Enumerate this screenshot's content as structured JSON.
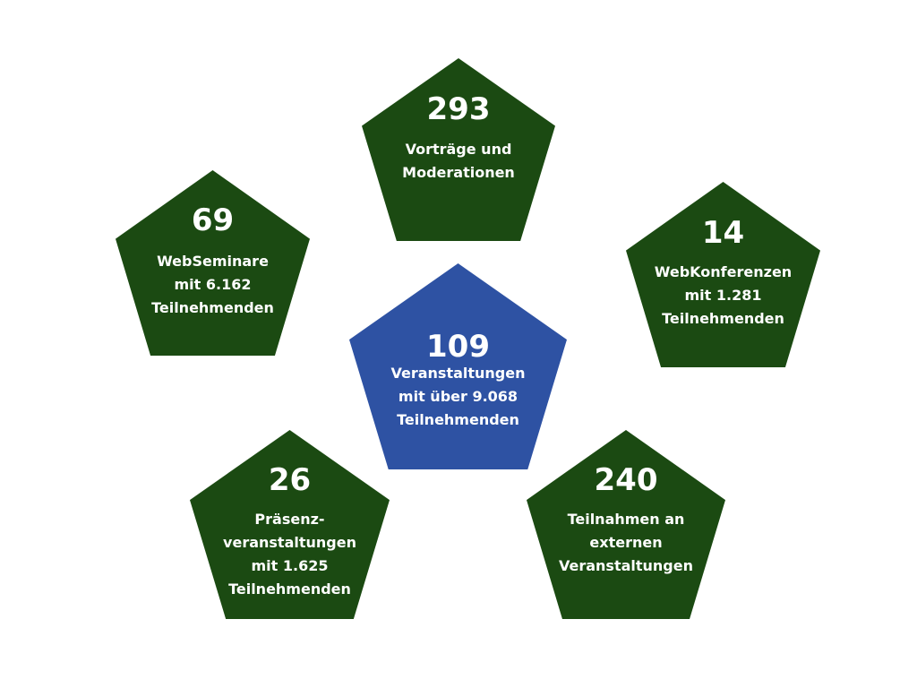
{
  "colors": {
    "background": "#ffffff",
    "green": "#1b4a12",
    "blue": "#2e52a3",
    "text": "#ffffff"
  },
  "stats": {
    "top": {
      "value": "293",
      "label": "Vorträge und\nModerationen"
    },
    "left": {
      "value": "69",
      "label": "WebSeminare\nmit 6.162\nTeilnehmenden"
    },
    "right": {
      "value": "14",
      "label": "WebKonferenzen\nmit 1.281\nTeilnehmenden"
    },
    "center": {
      "value": "109",
      "label": "Veranstaltungen\nmit über 9.068\nTeilnehmenden"
    },
    "bottom_left": {
      "value": "26",
      "label": "Präsenz-\nveranstaltungen\nmit 1.625\nTeilnehmenden"
    },
    "bottom_right": {
      "value": "240",
      "label": "Teilnahmen an\nexternen\nVeranstaltungen"
    }
  }
}
